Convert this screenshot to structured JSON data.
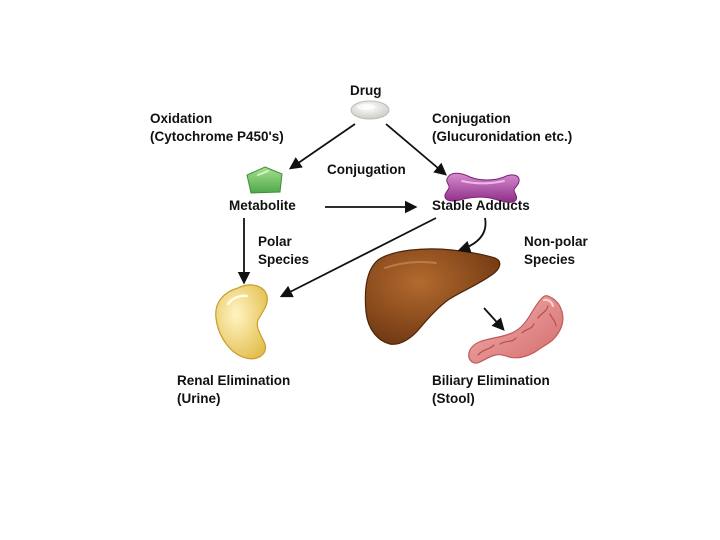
{
  "labels": {
    "drug": "Drug",
    "oxidation": "Oxidation",
    "oxidation_detail": "(Cytochrome P450's)",
    "conjugation_right": "Conjugation",
    "conjugation_right_detail": "(Glucuronidation etc.)",
    "conjugation_middle": "Conjugation",
    "metabolite": "Metabolite",
    "stable_adducts": "Stable Adducts",
    "polar": "Polar",
    "polar_species": "Species",
    "non_polar": "Non-polar",
    "non_polar_species": "Species",
    "renal_elimination": "Renal Elimination",
    "renal_detail": "(Urine)",
    "biliary_elimination": "Biliary Elimination",
    "biliary_detail": "(Stool)"
  },
  "colors": {
    "pill": "#e9e9e2",
    "metabolite": "#7ccf6a",
    "adduct": "#b04aa6",
    "liver": "#8a4a1a",
    "kidney": "#f2d77a",
    "intestine": "#e88c8c",
    "arrow": "#111111"
  },
  "icons": {
    "drug": "pill-icon",
    "metabolite": "pentagon-icon",
    "adduct": "bone-shaped-adduct-icon",
    "liver": "liver-icon",
    "kidney": "kidney-icon",
    "intestine": "intestine-icon"
  }
}
